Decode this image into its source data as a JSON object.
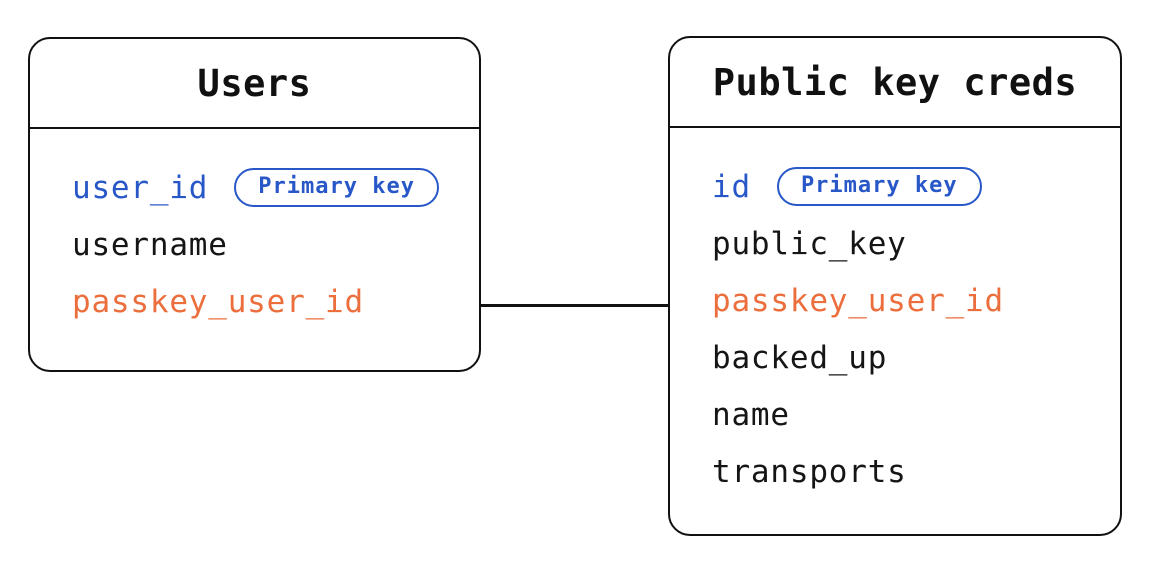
{
  "colors": {
    "blue": "#2857c8",
    "orange": "#eb6e3c",
    "black": "#151515",
    "line": "#111111",
    "background": "#ffffff"
  },
  "tables": [
    {
      "title": "Users",
      "fields": [
        {
          "name": "user_id",
          "color": "blue",
          "badge": "Primary key"
        },
        {
          "name": "username",
          "color": "black"
        },
        {
          "name": "passkey_user_id",
          "color": "orange"
        }
      ]
    },
    {
      "title": "Public key creds",
      "fields": [
        {
          "name": "id",
          "color": "blue",
          "badge": "Primary key"
        },
        {
          "name": "public_key",
          "color": "black"
        },
        {
          "name": "passkey_user_id",
          "color": "orange"
        },
        {
          "name": "backed_up",
          "color": "black"
        },
        {
          "name": "name",
          "color": "black"
        },
        {
          "name": "transports",
          "color": "black"
        }
      ]
    }
  ],
  "relationship": {
    "from": "Users.passkey_user_id",
    "to": "Public key creds.passkey_user_id"
  }
}
